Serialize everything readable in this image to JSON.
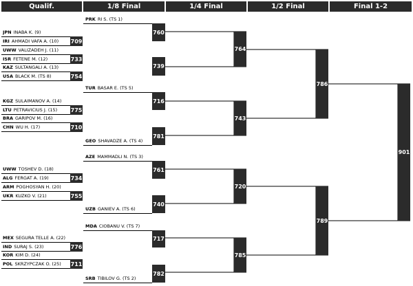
{
  "headers": [
    "Qualif.",
    "1/8 Final",
    "1/4 Final",
    "1/2 Final",
    "Final 1-2"
  ],
  "seeds": [
    {
      "code": "PRK",
      "name": "RI S. (TS 1)"
    },
    {
      "code": "TUR",
      "name": "BASAR E. (TS 5)"
    },
    {
      "code": "GEO",
      "name": "SHAVADZE A. (TS 4)"
    },
    {
      "code": "AZE",
      "name": "MAMMADLI N. (TS 3)"
    },
    {
      "code": "UZB",
      "name": "GANIEV A. (TS 6)"
    },
    {
      "code": "MDA",
      "name": "CIOBANU V. (TS 7)"
    },
    {
      "code": "SRB",
      "name": "TIBILOV G. (TS 2)"
    }
  ],
  "qualifiers": [
    {
      "code": "JPN",
      "name": "INABA K. (9)"
    },
    {
      "code": "IRI",
      "name": "AHMADI VAFA A. (10)"
    },
    {
      "code": "UWW",
      "name": "VALIZADEH J. (11)"
    },
    {
      "code": "ISR",
      "name": "FETENE M. (12)"
    },
    {
      "code": "KAZ",
      "name": "SULTANGALI A. (13)"
    },
    {
      "code": "USA",
      "name": "BLACK M. (TS 8)"
    },
    {
      "code": "KGZ",
      "name": "SULAIMANOV A. (14)"
    },
    {
      "code": "LTU",
      "name": "PETRAVICIUS J. (15)"
    },
    {
      "code": "BRA",
      "name": "GARIPOV M. (16)"
    },
    {
      "code": "CHN",
      "name": "WU H. (17)"
    },
    {
      "code": "UWW",
      "name": "TOSHEV D. (18)"
    },
    {
      "code": "ALG",
      "name": "FERGAT A. (19)"
    },
    {
      "code": "ARM",
      "name": "POGHOSYAN H. (20)"
    },
    {
      "code": "UKR",
      "name": "KUZKO V. (21)"
    },
    {
      "code": "MEX",
      "name": "SEGURA TELLE A. (22)"
    },
    {
      "code": "IND",
      "name": "SURAJ S. (23)"
    },
    {
      "code": "KOR",
      "name": "KIM D. (24)"
    },
    {
      "code": "POL",
      "name": "SKRZYPCZAK O. (25)"
    }
  ],
  "matches": {
    "q709": "709",
    "q733": "733",
    "q754": "754",
    "q775": "775",
    "q710": "710",
    "q734": "734",
    "q755": "755",
    "q776": "776",
    "q711": "711",
    "r760": "760",
    "r739": "739",
    "r716": "716",
    "r781": "781",
    "r761": "761",
    "r740": "740",
    "r717": "717",
    "r782": "782",
    "f764": "764",
    "f743": "743",
    "f720": "720",
    "f785": "785",
    "s786": "786",
    "s789": "789",
    "final": "901"
  }
}
